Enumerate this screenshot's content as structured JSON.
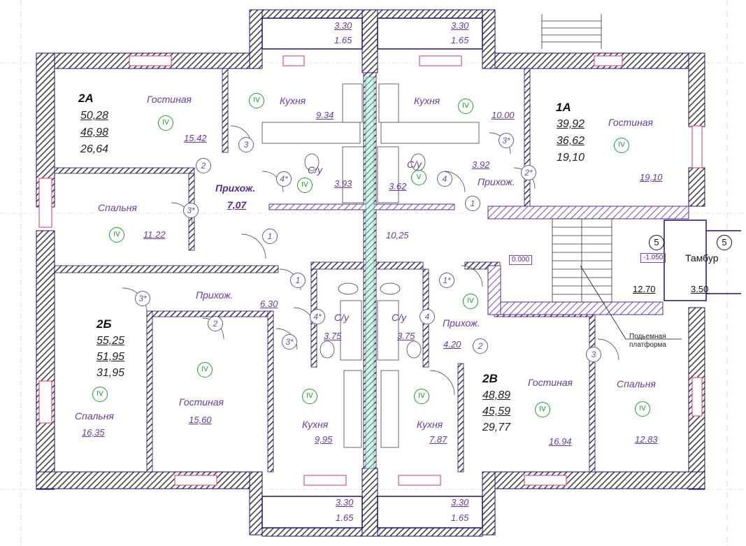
{
  "colors": {
    "wall_hatch": "#3a3a3a",
    "wall_border": "#2a0a7a",
    "room_text": "#6a3a9e",
    "zone_circle": "#1da12f",
    "window": "#e0508a",
    "vent_shaft": "#3aa08a"
  },
  "apartments": {
    "a2A": {
      "code": "2А",
      "total": "50,28",
      "living": "46,98",
      "habitable": "26,64"
    },
    "a1A": {
      "code": "1А",
      "total": "39,92",
      "living": "36,62",
      "habitable": "19,10"
    },
    "a2B": {
      "code": "2Б",
      "total": "55,25",
      "living": "51,95",
      "habitable": "31,95"
    },
    "a2V": {
      "code": "2В",
      "total": "48,89",
      "living": "45,59",
      "habitable": "29,77"
    }
  },
  "rooms": {
    "gost_2a": "Гостиная",
    "kuh_2a": "Кухня",
    "kuh_1a": "Кухня",
    "gost_1a": "Гостиная",
    "spal_2a": "Спальня",
    "prih_2a": "Прихож.",
    "su_2a": "С/у",
    "su_1a": "С/у",
    "prih_1a": "Прихож.",
    "tambur": "Тамбур",
    "prih_2b": "Прихож.",
    "su_2b": "С/у",
    "su_2v": "С/у",
    "prih_2v": "Прихож.",
    "gost_2v": "Гостиная",
    "spal_2v": "Спальня",
    "spal_2b": "Спальня",
    "gost_2b": "Гостиная",
    "kuh_2b": "Кухня",
    "kuh_2v": "Кухня",
    "platform": "Подьемная платформа"
  },
  "areas": {
    "balc_tl_top": "3.30",
    "balc_tl_bot": "1.65",
    "balc_tr_top": "3.30",
    "balc_tr_bot": "1.65",
    "balc_bl_top": "3.30",
    "balc_bl_bot": "1.65",
    "balc_br_top": "3.30",
    "balc_br_bot": "1.65",
    "gost_2a": "15.42",
    "kuh_2a": "9.34",
    "kuh_1a": "10.00",
    "gost_1a": "19,10",
    "spal_2a": "11.22",
    "prih_2a": "7,07",
    "su_2a": "3.93",
    "su_1a": "3.62",
    "prih_1a": "3.92",
    "corridor": "10,25",
    "level_0": "0.000",
    "level_neg": "-1.050",
    "stair": "12.70",
    "tambur": "3.50",
    "prih_2b": "6.30",
    "su_2b": "3.75",
    "su_2v": "3.75",
    "prih_2v": "4.20",
    "gost_2v": "16.94",
    "spal_2v": "12.83",
    "spal_2b": "16,35",
    "gost_2b": "15,60",
    "kuh_2b": "9,95",
    "kuh_2v": "7.87"
  },
  "zones": {
    "iv": "IV",
    "v": "V"
  },
  "doors": {
    "d1": "1",
    "d2": "2",
    "d2s": "2*",
    "d3": "3",
    "d3s": "3*",
    "d4": "4",
    "d4s": "4*",
    "d1s": "1*",
    "d5": "5"
  }
}
